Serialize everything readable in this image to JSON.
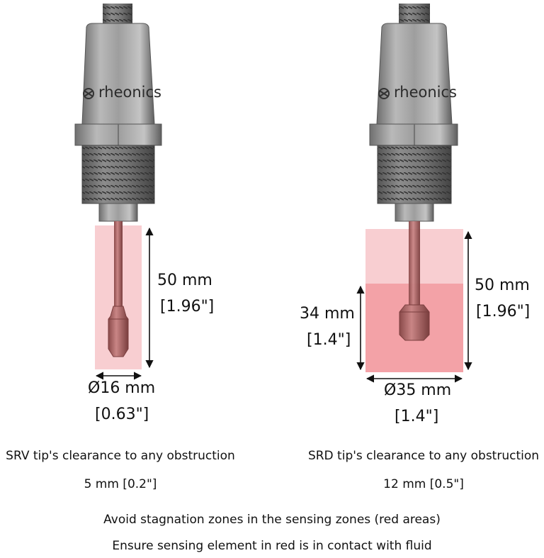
{
  "sensors": [
    {
      "logo": "rheonics",
      "length_value": "50 mm",
      "length_imperial": "[1.96\"]",
      "diameter_value": "Ø16 mm",
      "diameter_imperial": "[0.63\"]",
      "caption_title": "SRV tip's clearance to any obstruction",
      "caption_value": "5 mm [0.2\"]"
    },
    {
      "logo": "rheonics",
      "outer_length_value": "50 mm",
      "outer_length_imperial": "[1.96\"]",
      "inner_length_value": "34 mm",
      "inner_length_imperial": "[1.4\"]",
      "diameter_value": "Ø35 mm",
      "diameter_imperial": "[1.4\"]",
      "caption_title": "SRD tip's clearance to any obstruction",
      "caption_value": "12 mm [0.5\"]"
    }
  ],
  "notes": [
    "Avoid stagnation zones in the sensing zones (red areas)",
    "Ensure sensing element in red is in contact with fluid"
  ],
  "colors": {
    "sensing_zone_light": "#f7c9cc",
    "sensing_zone_dark": "#f29aa0",
    "metal": "#9a9a9a",
    "tip_copper": "#b86a6a"
  }
}
